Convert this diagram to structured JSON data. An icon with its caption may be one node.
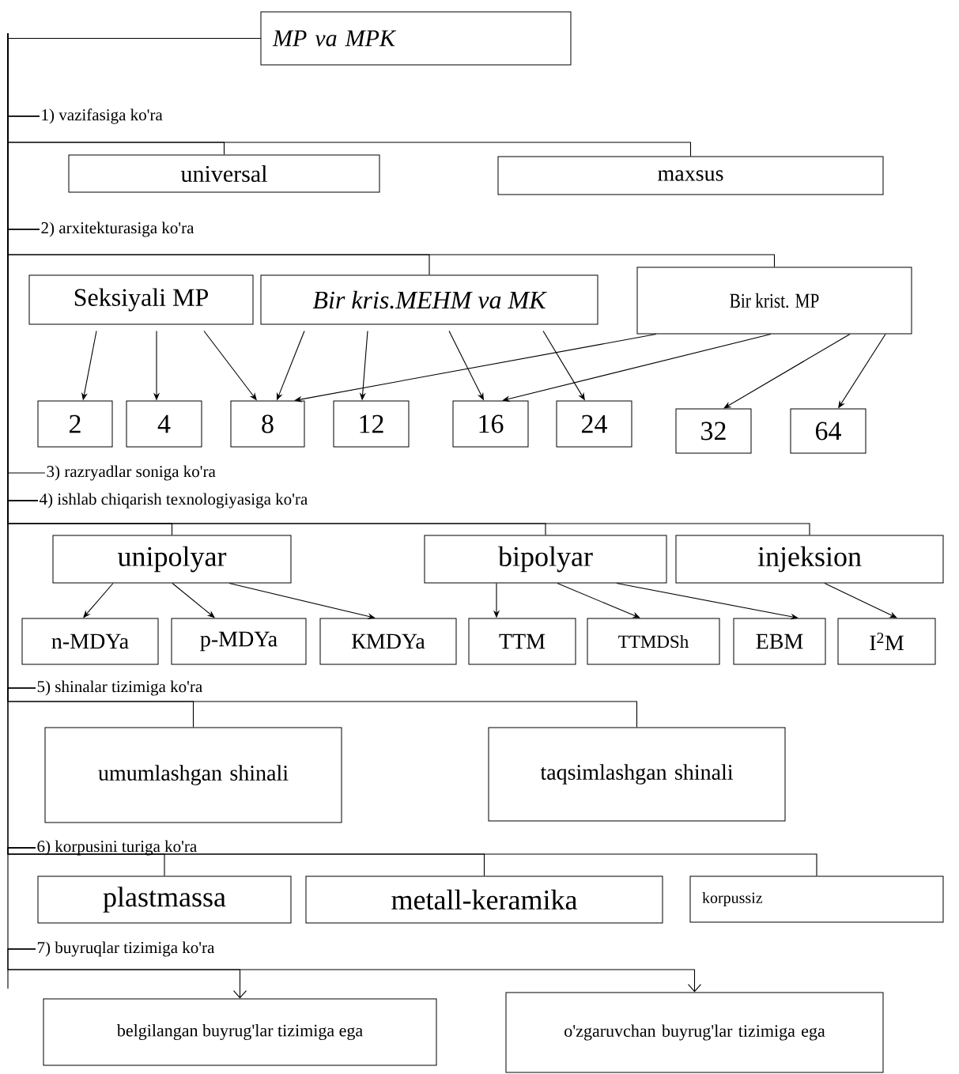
{
  "diagram": {
    "nodes": [
      {
        "text": [
          "MP va MPK"
        ]
      },
      {
        "text": [
          "1) vazifasiga ko'ra"
        ]
      },
      {
        "text": [
          "universal"
        ]
      },
      {
        "text": [
          "maxsus"
        ]
      },
      {
        "text": [
          "2) arxitekturasiga ko'ra"
        ]
      },
      {
        "text": [
          "Seksiyali MP"
        ]
      },
      {
        "text": [
          "Bir kris.MEHM va MK"
        ]
      },
      {
        "text": [
          "Bir krist. MP"
        ]
      },
      {
        "text": [
          "3) razryadlar soniga ko'ra"
        ]
      },
      {
        "text": [
          "2"
        ]
      },
      {
        "text": [
          "4"
        ]
      },
      {
        "text": [
          "8"
        ]
      },
      {
        "text": [
          "12"
        ]
      },
      {
        "text": [
          "16"
        ]
      },
      {
        "text": [
          "24"
        ]
      },
      {
        "text": [
          "32"
        ]
      },
      {
        "text": [
          "64"
        ]
      },
      {
        "text": [
          "4) ishlab chiqarish texnologiyasiga ko'ra"
        ]
      },
      {
        "text": [
          "unipolyar"
        ]
      },
      {
        "text": [
          "bipolyar"
        ]
      },
      {
        "text": [
          "injeksion"
        ]
      },
      {
        "text": [
          "n-MDYa"
        ]
      },
      {
        "text": [
          "p-MDYa"
        ]
      },
      {
        "text": [
          "КMDYa"
        ]
      },
      {
        "text": [
          "TTM"
        ]
      },
      {
        "text": [
          "TTMDSh"
        ]
      },
      {
        "text": [
          "EBM"
        ]
      },
      {
        "text": [
          "I$^{2}$M"
        ]
      },
      {
        "text": [
          "5) shinalar tizimiga ko'ra"
        ]
      },
      {
        "text": [
          "umumlashgan shinali"
        ]
      },
      {
        "text": [
          "taqsimlashgan shinali"
        ]
      },
      {
        "text": [
          "6) korpusini turiga ko'ra"
        ]
      },
      {
        "text": [
          "plastmassa"
        ]
      },
      {
        "text": [
          "metall-keramika"
        ]
      },
      {
        "text": [
          "korpussiz"
        ]
      },
      {
        "text": [
          "7) buyruqlar tizimiga ko'ra"
        ]
      },
      {
        "text": [
          "belgilangan buyrug'lar tizimiga ega"
        ]
      },
      {
        "text": [
          "o'zgaruvchan buyrug'lar tizimiga ega"
        ]
      }
    ],
    "edges": [
      {
        "from": 0,
        "to": 1,
        "arrow": "none"
      },
      {
        "from": 0,
        "to": 4,
        "arrow": "none"
      },
      {
        "from": 0,
        "to": 8,
        "arrow": "none"
      },
      {
        "from": 0,
        "to": 17,
        "arrow": "none"
      },
      {
        "from": 0,
        "to": 28,
        "arrow": "none"
      },
      {
        "from": 0,
        "to": 31,
        "arrow": "none"
      },
      {
        "from": 0,
        "to": 35,
        "arrow": "none"
      },
      {
        "from": 1,
        "to": 2,
        "arrow": "none"
      },
      {
        "from": 1,
        "to": 3,
        "arrow": "none"
      },
      {
        "from": 4,
        "to": 6,
        "arrow": "none"
      },
      {
        "from": 4,
        "to": 7,
        "arrow": "none"
      },
      {
        "from": 5,
        "to": 9,
        "arrow": "to"
      },
      {
        "from": 5,
        "to": 10,
        "arrow": "to"
      },
      {
        "from": 5,
        "to": 11,
        "arrow": "to"
      },
      {
        "from": 6,
        "to": 11,
        "arrow": "to"
      },
      {
        "from": 6,
        "to": 12,
        "arrow": "to"
      },
      {
        "from": 6,
        "to": 13,
        "arrow": "to"
      },
      {
        "from": 6,
        "to": 14,
        "arrow": "to"
      },
      {
        "from": 7,
        "to": 11,
        "arrow": "to"
      },
      {
        "from": 7,
        "to": 13,
        "arrow": "to"
      },
      {
        "from": 7,
        "to": 15,
        "arrow": "to"
      },
      {
        "from": 7,
        "to": 16,
        "arrow": "to"
      },
      {
        "from": 17,
        "to": 18,
        "arrow": "none"
      },
      {
        "from": 17,
        "to": 19,
        "arrow": "none"
      },
      {
        "from": 17,
        "to": 20,
        "arrow": "none"
      },
      {
        "from": 18,
        "to": 21,
        "arrow": "to"
      },
      {
        "from": 18,
        "to": 22,
        "arrow": "to"
      },
      {
        "from": 18,
        "to": 23,
        "arrow": "to"
      },
      {
        "from": 19,
        "to": 24,
        "arrow": "to"
      },
      {
        "from": 19,
        "to": 25,
        "arrow": "to"
      },
      {
        "from": 19,
        "to": 26,
        "arrow": "to"
      },
      {
        "from": 20,
        "to": 27,
        "arrow": "to"
      },
      {
        "from": 28,
        "to": 29,
        "arrow": "none"
      },
      {
        "from": 28,
        "to": 30,
        "arrow": "none"
      },
      {
        "from": 31,
        "to": 32,
        "arrow": "none"
      },
      {
        "from": 31,
        "to": 33,
        "arrow": "none"
      },
      {
        "from": 31,
        "to": 34,
        "arrow": "none"
      },
      {
        "from": 35,
        "to": 36,
        "arrow": "to"
      },
      {
        "from": 35,
        "to": 37,
        "arrow": "to"
      }
    ]
  }
}
